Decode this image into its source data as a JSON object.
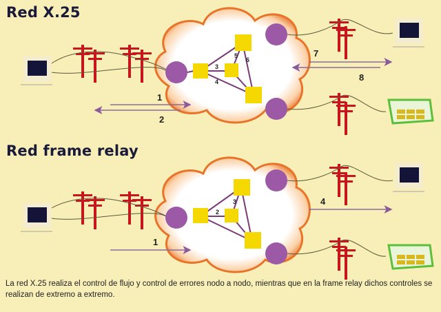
{
  "diagram_x25": {
    "title": "Red X.25",
    "labels": {
      "l1": "1",
      "l2": "2",
      "l3": "3",
      "l4": "4",
      "l5": "5",
      "l6": "6",
      "l7": "7",
      "l8": "8"
    }
  },
  "diagram_fr": {
    "title": "Red frame relay",
    "labels": {
      "l1": "1",
      "l2": "2",
      "l3": "3",
      "l4": "4"
    }
  },
  "caption": "La red X.25 realiza el control de flujo y control de errores nodo a nodo, mientras que en la frame relay dichos controles se realizan de extremo a extremo.",
  "colors": {
    "background": "#f8eeb8",
    "pole": "#c8141c",
    "node": "#f5d800",
    "access": "#9b59a6",
    "cloud_edge": "#e8742a",
    "arrow": "#8a6a9a"
  }
}
